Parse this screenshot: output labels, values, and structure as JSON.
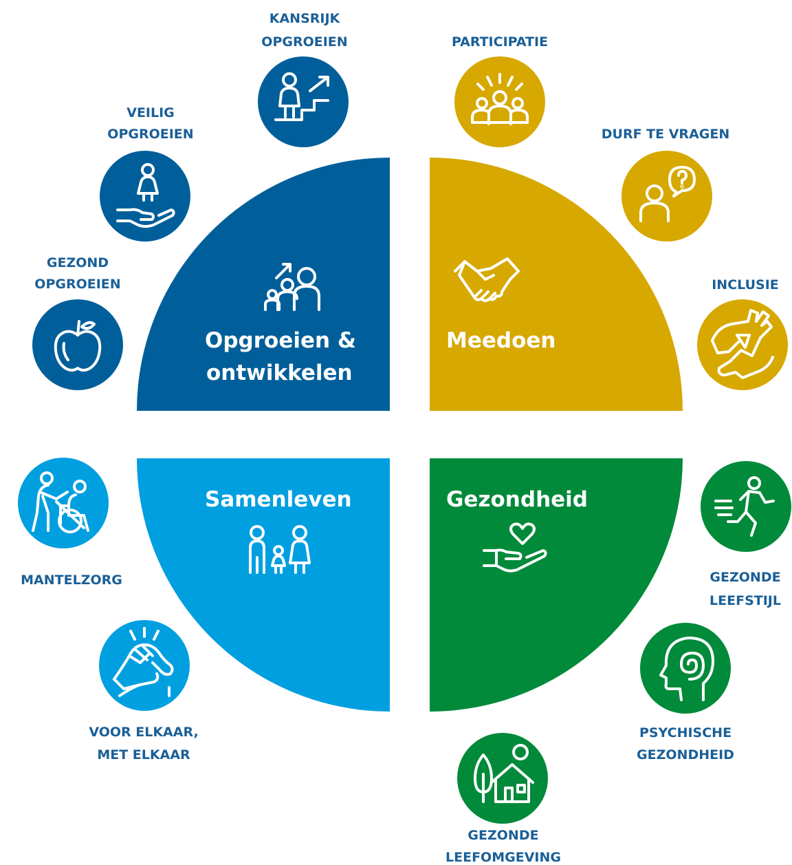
{
  "colors": {
    "opgroeien": "#005f9a",
    "meedoen": "#d6a800",
    "samenleven": "#009fe0",
    "gezondheid": "#008a3a",
    "label_text": "#1a5f97",
    "icon_stroke": "#ffffff"
  },
  "quadrants": {
    "opgroeien": {
      "title_line1": "Opgroeien &",
      "title_line2": "ontwikkelen",
      "icon": "family-growth-icon"
    },
    "meedoen": {
      "title": "Meedoen",
      "icon": "handshake-icon"
    },
    "samenleven": {
      "title": "Samenleven",
      "icon": "family-icon"
    },
    "gezondheid": {
      "title": "Gezondheid",
      "icon": "heart-in-hand-icon"
    }
  },
  "themes": {
    "kansrijk": {
      "line1": "KANSRIJK",
      "line2": "OPGROEIEN",
      "icon": "stairs-growth-icon"
    },
    "veilig": {
      "line1": "VEILIG",
      "line2": "OPGROEIEN",
      "icon": "child-in-hand-icon"
    },
    "gezond_opgroeien": {
      "line1": "GEZOND",
      "line2": "OPGROEIEN",
      "icon": "apple-icon"
    },
    "participatie": {
      "line1": "PARTICIPATIE",
      "icon": "group-people-icon"
    },
    "durf": {
      "line1": "DURF TE VRAGEN",
      "icon": "question-bubble-icon"
    },
    "inclusie": {
      "line1": "INCLUSIE",
      "icon": "joined-hands-icon"
    },
    "mantelzorg": {
      "line1": "MANTELZORG",
      "icon": "wheelchair-care-icon"
    },
    "voor_elkaar": {
      "line1": "VOOR ELKAAR,",
      "line2": "MET ELKAAR",
      "icon": "helping-hands-icon"
    },
    "gezonde_leefstijl": {
      "line1": "GEZONDE",
      "line2": "LEEFSTIJL",
      "icon": "running-person-icon"
    },
    "psychische": {
      "line1": "PSYCHISCHE",
      "line2": "GEZONDHEID",
      "icon": "mind-head-icon"
    },
    "leefomgeving": {
      "line1": "GEZONDE",
      "line2": "LEEFOMGEVING",
      "icon": "house-tree-icon"
    }
  }
}
